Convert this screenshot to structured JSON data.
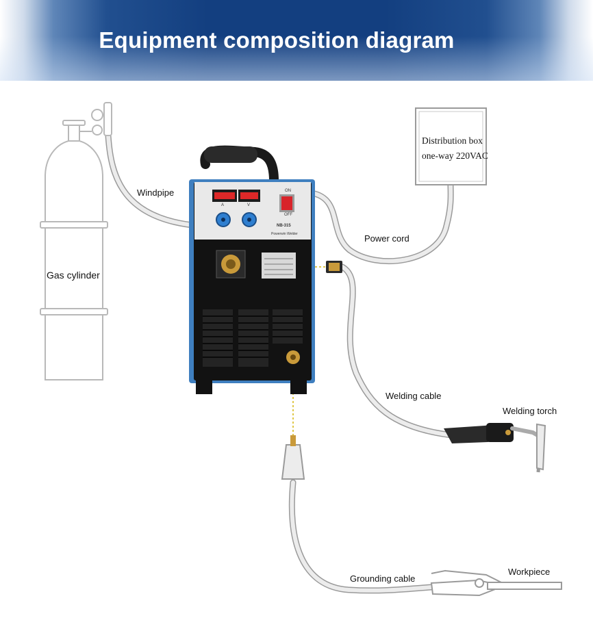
{
  "header": {
    "title": "Equipment composition diagram"
  },
  "labels": {
    "windpipe": "Windpipe",
    "gas_cylinder": "Gas cylinder",
    "power_cord": "Power cord",
    "distribution_box_line1": "Distribution box",
    "distribution_box_line2": "one-way 220VAC",
    "welding_cable": "Welding cable",
    "welding_torch": "Welding torch",
    "grounding_cable": "Grounding cable",
    "workpiece": "Workpiece"
  },
  "welder_panel": {
    "switch_on": "ON",
    "switch_off": "OFF",
    "amp_unit": "A",
    "volt_unit": "V",
    "model": "NB-315",
    "brand": "Powerwin Welder"
  },
  "colors": {
    "banner_blue": "#133f80",
    "cable": "#ececec",
    "cable_outline": "#9a9a9a",
    "welder_body": "#121212",
    "welder_panel": "#e9e9e9",
    "welder_side": "#3f7fbf",
    "display_red": "#ff2a2a",
    "switch_red": "#d8242a",
    "knob_blue": "#2f7fd0",
    "brass": "#c99a3a",
    "dotted_line": "#e0c84a"
  }
}
